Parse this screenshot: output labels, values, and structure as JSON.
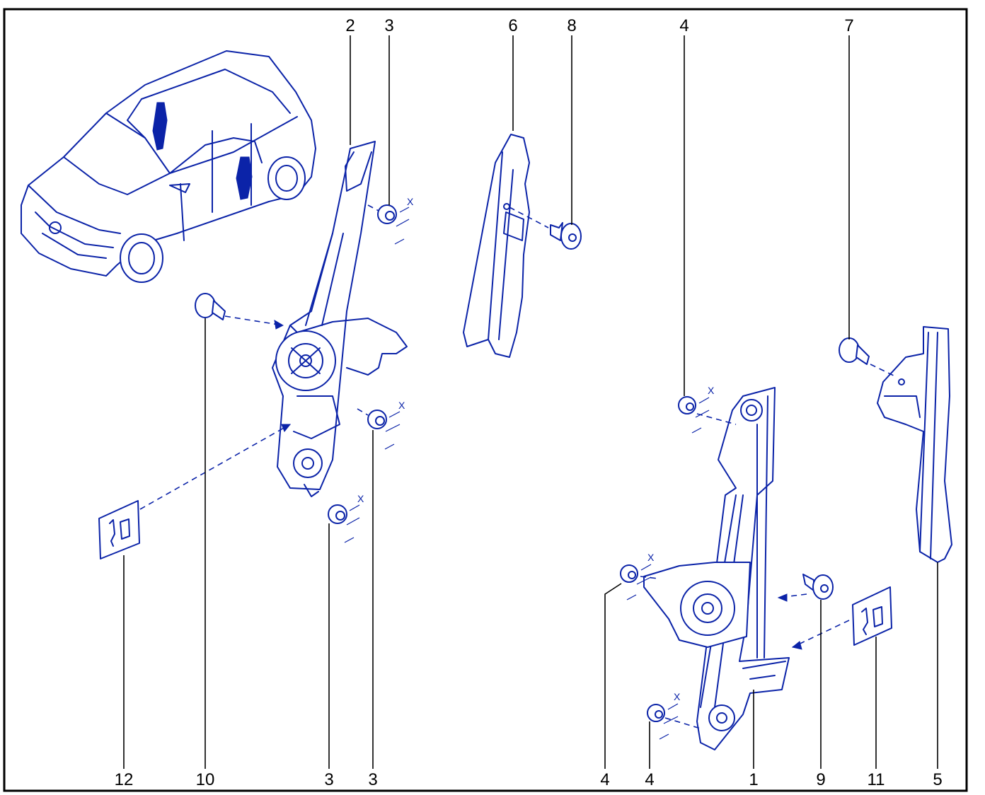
{
  "diagram": {
    "ink_color": "#0b23a8",
    "frame_color": "#000000",
    "top_labels": [
      "2",
      "3",
      "6",
      "8",
      "4",
      "7"
    ],
    "bottom_labels": [
      "12",
      "10",
      "3",
      "3",
      "4",
      "4",
      "1",
      "9",
      "11",
      "5"
    ],
    "tightening_mark": "X"
  }
}
